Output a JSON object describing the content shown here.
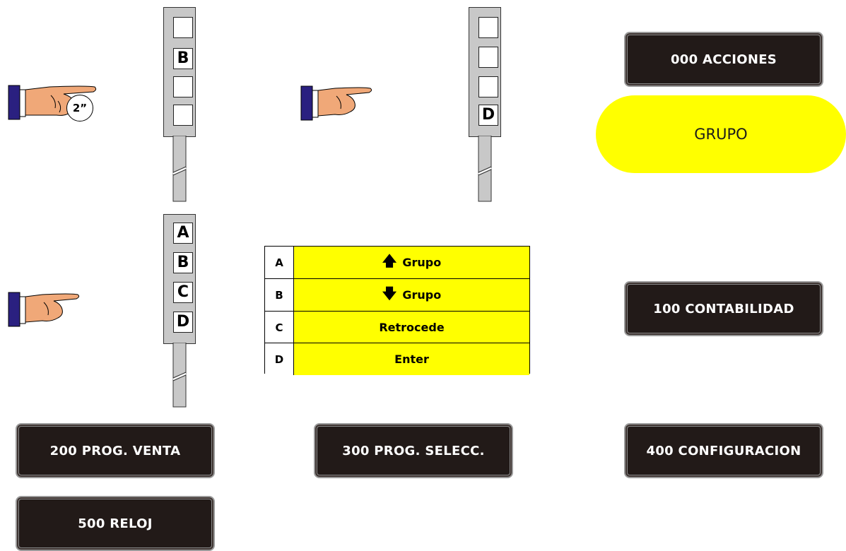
{
  "hand_badge": "2”",
  "pendants": {
    "p1": {
      "keys": [
        "",
        "B",
        "",
        ""
      ]
    },
    "p2": {
      "keys": [
        "",
        "",
        "",
        "D"
      ]
    },
    "p3": {
      "keys": [
        "A",
        "B",
        "C",
        "D"
      ]
    }
  },
  "pill_label": "GRUPO",
  "key_table": [
    {
      "key": "A",
      "icon": "arrow-up-icon",
      "arrow": "🡅",
      "action": "Grupo"
    },
    {
      "key": "B",
      "icon": "arrow-down-icon",
      "arrow": "🡇",
      "action": "Grupo"
    },
    {
      "key": "C",
      "arrow": "",
      "action": "Retrocede"
    },
    {
      "key": "D",
      "arrow": "",
      "action": "Enter"
    }
  ],
  "menu": {
    "m000": "000 ACCIONES",
    "m100": "100 CONTABILIDAD",
    "m200": "200 PROG. VENTA",
    "m300": "300 PROG. SELECC.",
    "m400": "400 CONFIGURACION",
    "m500": "500 RELOJ"
  },
  "colors": {
    "highlight": "#ffff00",
    "button_bg": "#221a18",
    "pendant": "#c8c8c8",
    "sleeve": "#2a2080",
    "skin": "#f0a878"
  }
}
